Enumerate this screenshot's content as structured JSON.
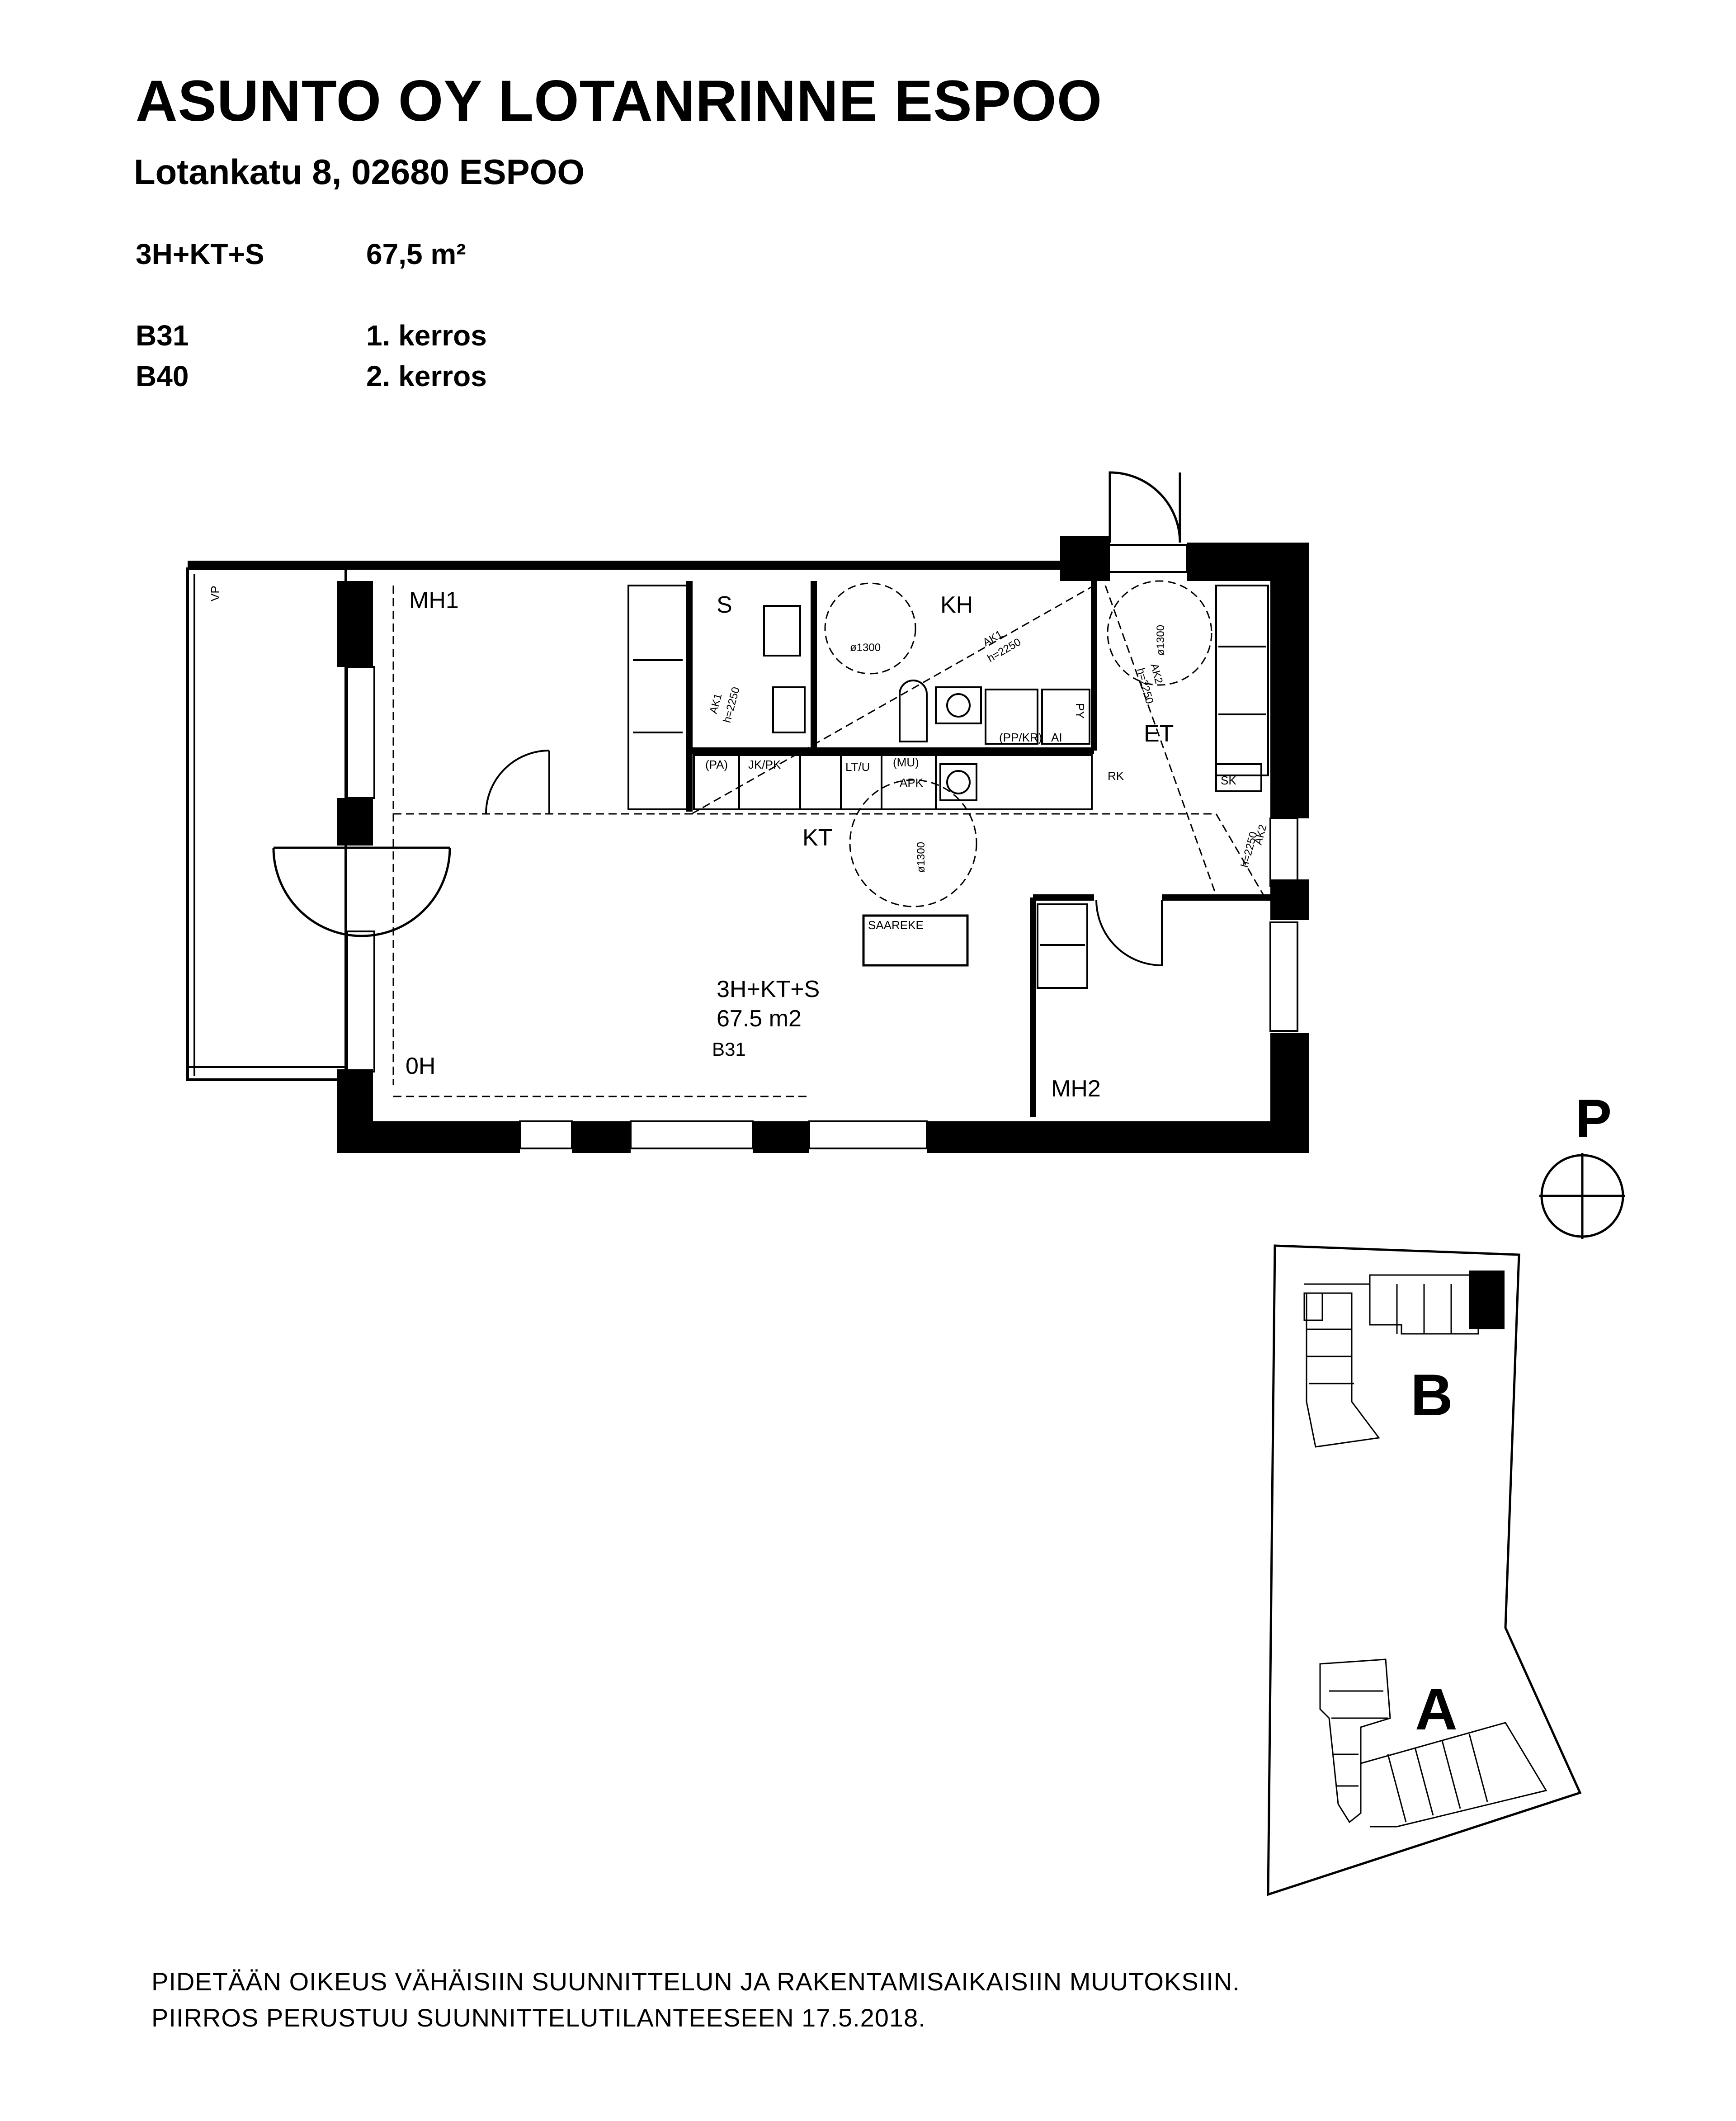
{
  "header": {
    "title": "ASUNTO OY LOTANRINNE ESPOO",
    "address": "Lotankatu 8, 02680 ESPOO"
  },
  "apartment": {
    "type": "3H+KT+S",
    "area": "67,5 m²",
    "units": [
      {
        "code": "B31",
        "floor": "1. kerros"
      },
      {
        "code": "B40",
        "floor": "2. kerros"
      }
    ]
  },
  "floorplan": {
    "rooms": {
      "mh1": "MH1",
      "s": "S",
      "kh": "KH",
      "et": "ET",
      "kt": "KT",
      "mh2": "MH2",
      "oh": "0H",
      "vp": "VP"
    },
    "center_type": "3H+KT+S",
    "center_area": "67.5 m2",
    "center_unit": "B31",
    "fixtures": {
      "pa": "(PA)",
      "jkpk": "JK/PK",
      "ltu": "LT/U",
      "mu": "(MU)",
      "apk": "APK",
      "ppkr": "(PP/KR)",
      "ai": "AI",
      "py": "PY",
      "rk": "RK",
      "sk": "SK",
      "saareke": "SAAREKE"
    },
    "dims": {
      "d1300_kh": "ø1300",
      "d1300_kt": "ø1300",
      "d1300_et": "ø1300",
      "ak1_kh": "AK1",
      "ak1_kh_h": "h=2250",
      "ak1_s": "AK1",
      "ak1_s_h": "h=2250",
      "ak2_et": "AK2",
      "ak2_et_h": "h=2250",
      "ak2_kt": "AK2",
      "ak2_kt_h": "h=2250"
    }
  },
  "compass": {
    "label": "P"
  },
  "site": {
    "building_b": "B",
    "building_a": "A"
  },
  "footer": {
    "line1": "PIDETÄÄN OIKEUS VÄHÄISIIN SUUNNITTELUN JA RAKENTAMISAIKAISIIN MUUTOKSIIN.",
    "line2": "PIIRROS PERUSTUU SUUNNITTELUTILANTEESEEN 17.5.2018."
  }
}
